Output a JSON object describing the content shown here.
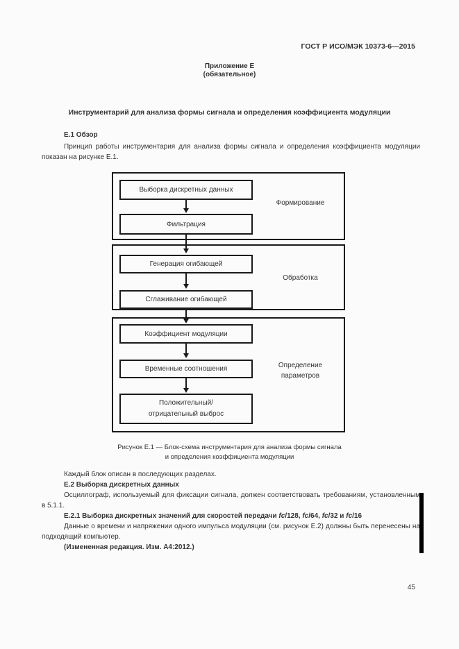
{
  "colors": {
    "page_bg": "#fbfbfb",
    "text": "#333333",
    "line": "#1a1a1a",
    "change_bar": "#000000"
  },
  "header": {
    "doc_code": "ГОСТ Р ИСО/МЭК 10373-6—2015"
  },
  "annex": {
    "title": "Приложение Е",
    "subtitle": "(обязательное)"
  },
  "main_title": "Инструментарий для анализа формы сигнала и определения коэффициента модуляции",
  "section_e1": {
    "heading": "Е.1 Обзор",
    "body": "Принцип работы инструментария для анализа формы сигнала и определения коэффициента модуляции показан на рисунке Е.1."
  },
  "flowchart": {
    "groups": [
      {
        "label": "Формирование",
        "boxes": [
          "Выборка дискретных данных",
          "Фильтрация"
        ]
      },
      {
        "label": "Обработка",
        "boxes": [
          "Генерация огибающей",
          "Сглаживание огибающей"
        ]
      },
      {
        "label": "Определение\nпараметров",
        "boxes": [
          "Коэффициент модуляции",
          "Временные соотношения",
          "Положительный/\nотрицательный выброс"
        ]
      }
    ]
  },
  "figure_caption": "Рисунок Е.1 — Блок-схема инструментария для анализа формы сигнала\nи определения коэффициента модуляции",
  "section_e2": {
    "intro": "Каждый блок описан в последующих разделах.",
    "heading": "Е.2 Выборка дискретных данных",
    "body": "Осциллограф, используемый для фиксации сигнала, должен соответствовать требованиям, установленным в 5.1.1."
  },
  "section_e21": {
    "heading_parts": [
      {
        "text": "Е.2.1 Выборка дискретных значений для скоростей передачи ",
        "italic": false
      },
      {
        "text": "fc",
        "italic": true
      },
      {
        "text": "/128, ",
        "italic": false
      },
      {
        "text": "fc",
        "italic": true
      },
      {
        "text": "/64, ",
        "italic": false
      },
      {
        "text": "fc",
        "italic": true
      },
      {
        "text": "/32 и ",
        "italic": false
      },
      {
        "text": "fc",
        "italic": true
      },
      {
        "text": "/16",
        "italic": false
      }
    ],
    "body": "Данные о времени и напряжении одного импульса модуляции (см. рисунок Е.2) должны быть перенесены на подходящий компьютер.",
    "amendment": "(Измененная редакция. Изм. А4:2012.)"
  },
  "footer": {
    "page_number": "45"
  }
}
